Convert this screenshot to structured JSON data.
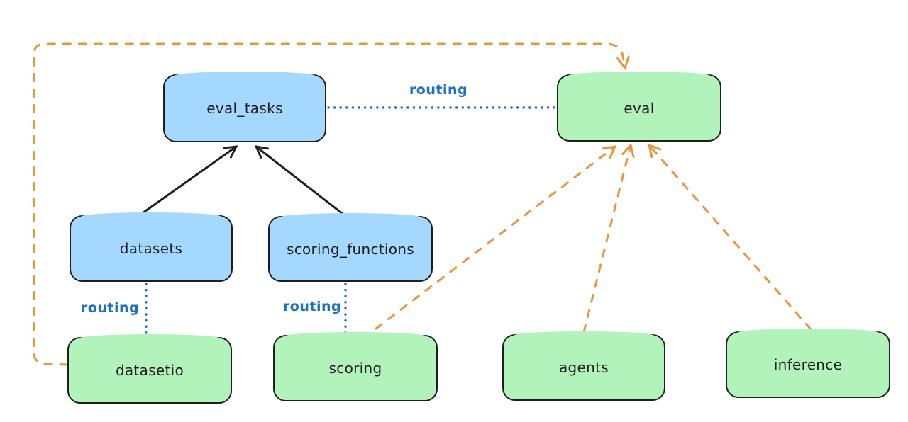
{
  "diagram": {
    "background_color": "#ffffff",
    "colors": {
      "blue_node_fill": "#a5d8ff",
      "green_node_fill": "#b2f2bb",
      "node_stroke": "#1e1e1e",
      "orange_edge": "#e8963c",
      "routing_blue": "#1971c2"
    },
    "nodes": [
      {
        "id": "eval_tasks",
        "label": "eval_tasks",
        "color": "blue"
      },
      {
        "id": "eval",
        "label": "eval",
        "color": "green"
      },
      {
        "id": "datasets",
        "label": "datasets",
        "color": "blue"
      },
      {
        "id": "scoring_functions",
        "label": "scoring_functions",
        "color": "blue"
      },
      {
        "id": "datasetio",
        "label": "datasetio",
        "color": "green"
      },
      {
        "id": "scoring",
        "label": "scoring",
        "color": "green"
      },
      {
        "id": "agents",
        "label": "agents",
        "color": "green"
      },
      {
        "id": "inference",
        "label": "inference",
        "color": "green"
      }
    ],
    "edges": [
      {
        "from": "datasets",
        "to": "eval_tasks",
        "style": "solid-black-arrow",
        "label": ""
      },
      {
        "from": "scoring_functions",
        "to": "eval_tasks",
        "style": "solid-black-arrow",
        "label": ""
      },
      {
        "from": "eval_tasks",
        "to": "eval",
        "style": "dotted-blue",
        "label": "routing"
      },
      {
        "from": "datasets",
        "to": "datasetio",
        "style": "dotted-blue",
        "label": "routing"
      },
      {
        "from": "scoring_functions",
        "to": "scoring",
        "style": "dotted-blue",
        "label": "routing"
      },
      {
        "from": "datasetio",
        "to": "eval",
        "style": "dashed-orange-arrow",
        "label": ""
      },
      {
        "from": "scoring",
        "to": "eval",
        "style": "dashed-orange-arrow",
        "label": ""
      },
      {
        "from": "agents",
        "to": "eval",
        "style": "dashed-orange-arrow",
        "label": ""
      },
      {
        "from": "inference",
        "to": "eval",
        "style": "dashed-orange-arrow",
        "label": ""
      }
    ]
  }
}
